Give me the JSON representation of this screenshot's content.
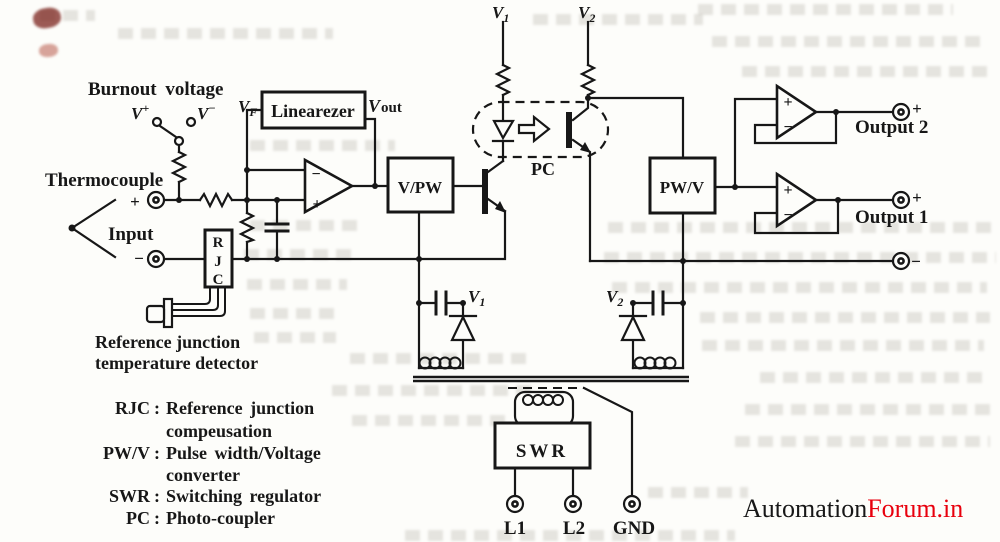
{
  "diagram": {
    "section_labels": {
      "burnout_voltage": "Burnout voltage",
      "thermocouple": "Thermocouple",
      "input": "Input",
      "ref_detector_line1": "Reference junction",
      "ref_detector_line2": "temperature detector"
    },
    "blocks": {
      "linearezer": "Linearezer",
      "v_pw": "V/PW",
      "pw_v": "PW/V",
      "swr": "SWR",
      "pc": "PC",
      "rjc": {
        "r": "R",
        "j": "J",
        "c": "C"
      }
    },
    "signals": {
      "v_plus": {
        "base": "V",
        "sup": "+"
      },
      "v_minus": {
        "base": "V",
        "sup": "−"
      },
      "v_f": {
        "base": "V",
        "sub": "F"
      },
      "v_out": {
        "base": "V",
        "rest": "out"
      },
      "v_1": {
        "base": "V",
        "sub": "1"
      },
      "v_2": {
        "base": "V",
        "sub": "2"
      }
    },
    "opamp_signs": {
      "plus": "+",
      "minus": "−"
    },
    "terminals": {
      "input_plus": "+",
      "input_minus": "−",
      "output2_label": "Output 2",
      "output2_sign": "+",
      "output1_label": "Output 1",
      "output1_sign": "+",
      "common_sign": "−",
      "l1": "L1",
      "l2": "L2",
      "gnd": "GND"
    }
  },
  "legend": {
    "items": [
      {
        "abbr": "RJC",
        "sep": ":",
        "line1": "Reference junction",
        "line2": "compeusation"
      },
      {
        "abbr": "PW/V",
        "sep": ":",
        "line1": "Pulse width/Voltage",
        "line2": "converter"
      },
      {
        "abbr": "SWR",
        "sep": ":",
        "line1": "Switching regulator",
        "line2": ""
      },
      {
        "abbr": "PC",
        "sep": ":",
        "line1": "Photo-coupler",
        "line2": ""
      }
    ]
  },
  "watermark": {
    "part1": "Automation",
    "part2": "Forum.in",
    "part2_color": "#e8000d"
  },
  "colors": {
    "ink": "#171717",
    "paper": "#fdfdfa"
  }
}
